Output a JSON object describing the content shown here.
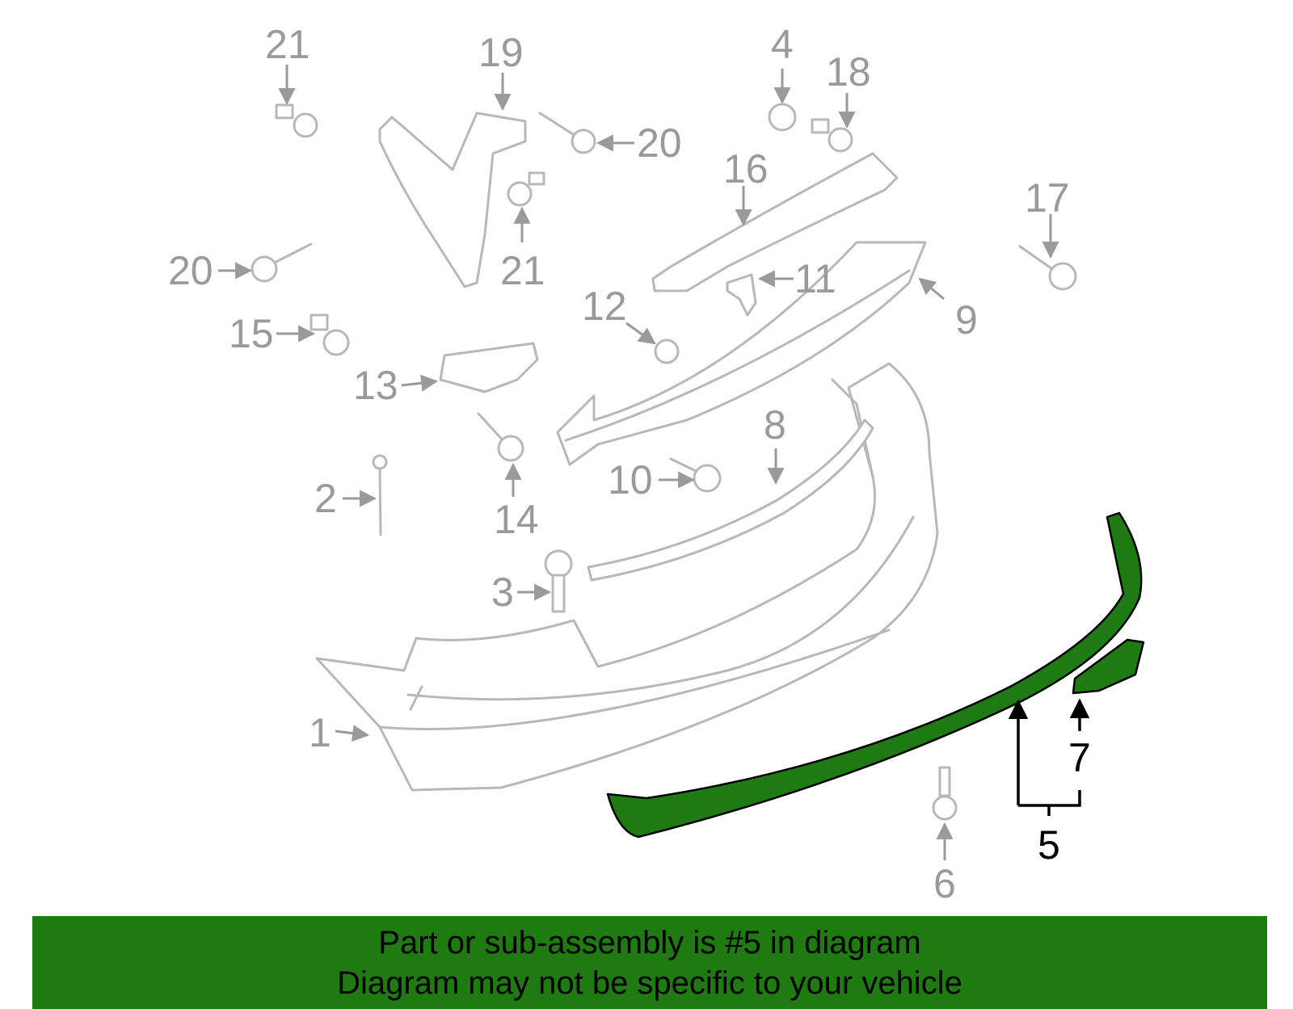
{
  "colors": {
    "highlight": "#1e7a12",
    "banner": "#207a12",
    "part_stroke": "#b8b8b8",
    "label_gray": "#9a9a9a"
  },
  "callouts": {
    "c1": "1",
    "c2": "2",
    "c3": "3",
    "c4": "4",
    "c5": "5",
    "c6": "6",
    "c7": "7",
    "c8": "8",
    "c9": "9",
    "c10": "10",
    "c11": "11",
    "c12": "12",
    "c13": "13",
    "c14": "14",
    "c15": "15",
    "c16": "16",
    "c17": "17",
    "c18": "18",
    "c19": "19",
    "c20a": "20",
    "c20b": "20",
    "c21a": "21",
    "c21b": "21"
  },
  "banner": {
    "line1": "Part or sub-assembly is #5 in diagram",
    "line2": "Diagram may not be specific to your vehicle"
  }
}
